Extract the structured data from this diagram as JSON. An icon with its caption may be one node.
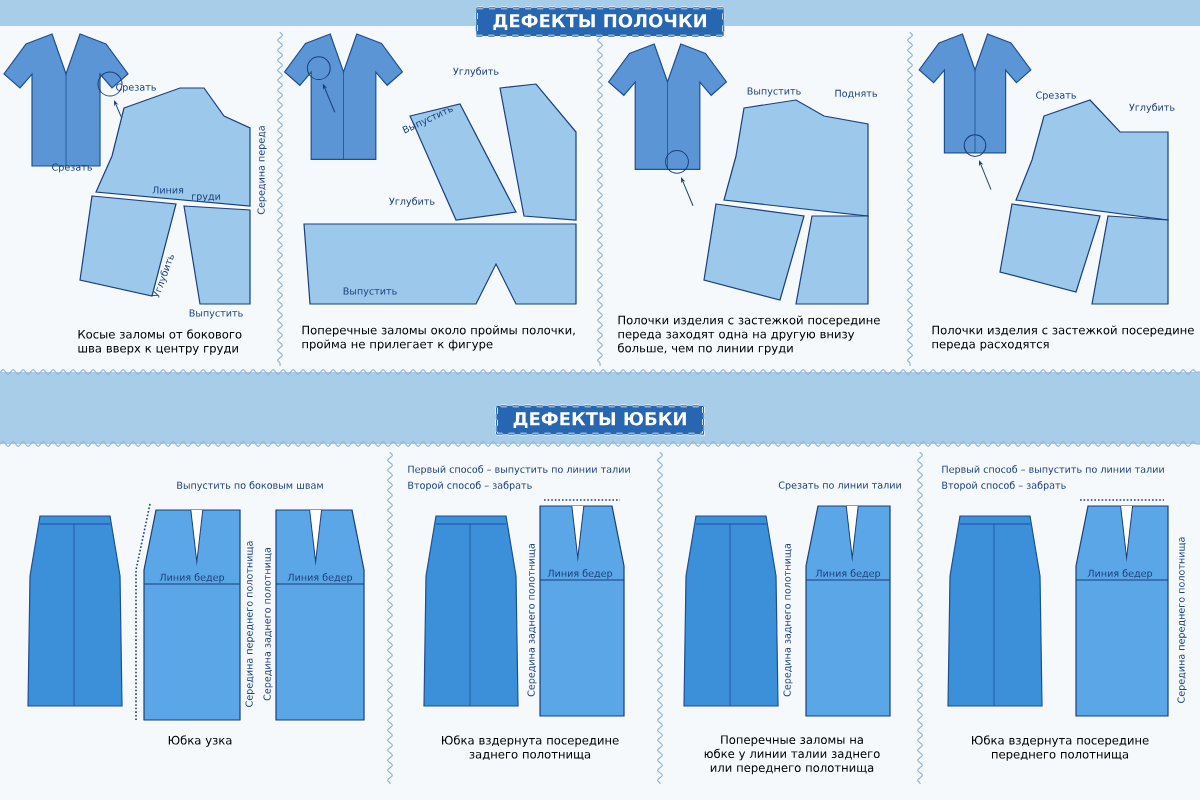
{
  "diagram": {
    "nodes": [
      {
        "text": [
          "ДЕФЕКТЫ ПОЛОЧКИ"
        ]
      },
      {
        "text": [
          "ДЕФЕКТЫ ЮБКИ"
        ]
      }
    ],
    "labels": [
      "Срезать",
      "Срезать",
      "Линия",
      "груди",
      "Середина переда",
      "Углубить",
      "Выпустить",
      "Косые заломы от бокового шва вверх к центру груди",
      "Углубить",
      "Выпустить",
      "Углубить",
      "Выпустить",
      "Поперечные заломы около проймы полочки, пройма не прилегает к фигуре",
      "Выпустить",
      "Поднять",
      "Полочки изделия с застежкой посередине переда заходят одна на другую внизу больше, чем по линии груди",
      "Срезать",
      "Углубить",
      "Полочки изделия с застежкой посередине переда расходятся",
      "Выпустить по боковым швам",
      "Линия бедер",
      "Середина переднего полотнища",
      "Середина заднего полотнища",
      "Линия бедер",
      "Юбка узка",
      "Первый способ – выпустить по линии талии",
      "Второй способ – забрать",
      "Линия бедер",
      "Середина заднего полотнища",
      "Юбка вздернута посередине заднего полотнища",
      "Срезать по линии талии",
      "Середина заднего полотнища",
      "Линия бедер",
      "Поперечные заломы на юбке у линии талии заднего или переднего полотнища",
      "Первый способ – выпустить по линии талии",
      "Второй способ – забрать",
      "Линия бедер",
      "Середина переднего полотнища",
      "Юбка вздернута посередине переднего полотнища"
    ]
  }
}
